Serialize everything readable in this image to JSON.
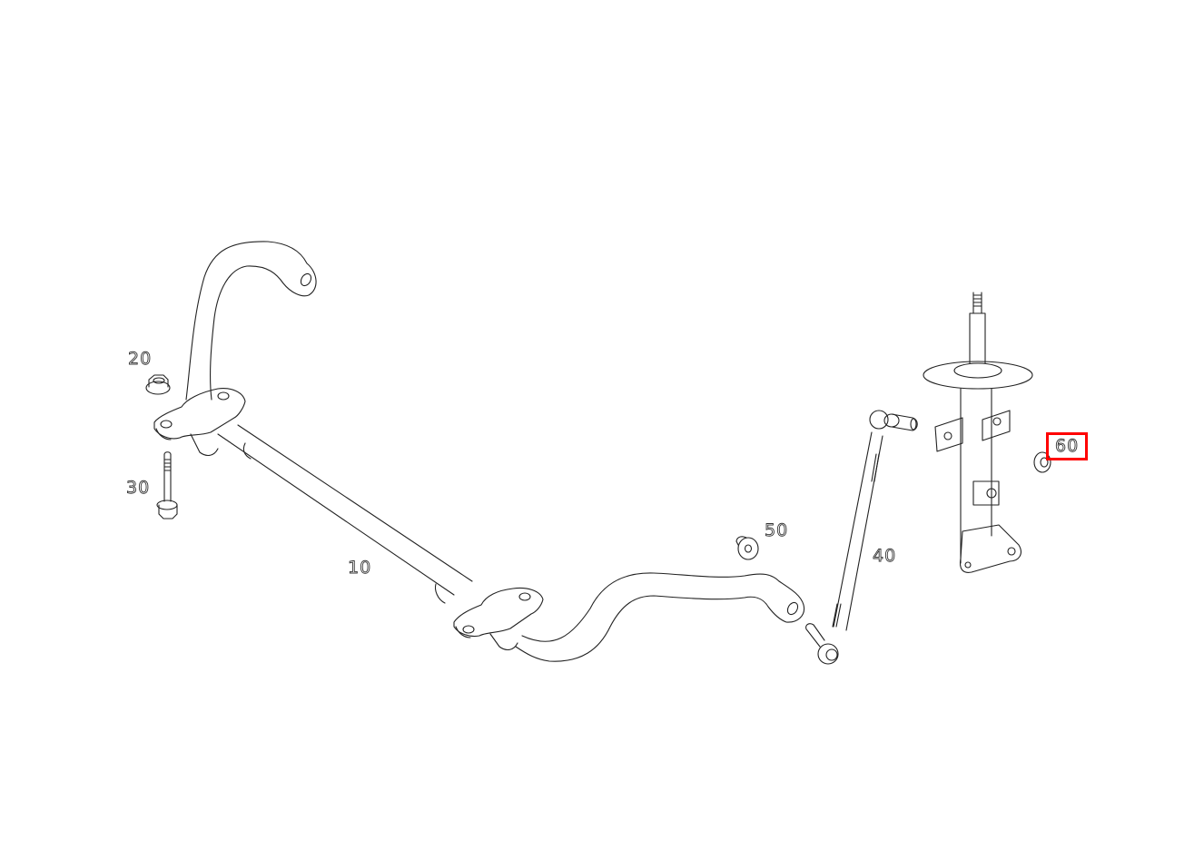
{
  "diagram": {
    "type": "exploded parts diagram",
    "subject": "Front stabilizer bar assembly with strut",
    "highlight_color": "#ff0000",
    "line_color": "#222222",
    "background": "#ffffff"
  },
  "callouts": [
    {
      "number": "10",
      "part": "stabilizer-bar",
      "highlighted": false
    },
    {
      "number": "20",
      "part": "flange-nut",
      "highlighted": false
    },
    {
      "number": "30",
      "part": "bolt",
      "highlighted": false
    },
    {
      "number": "40",
      "part": "stabilizer-link",
      "highlighted": false
    },
    {
      "number": "50",
      "part": "bushing-nut",
      "highlighted": false
    },
    {
      "number": "60",
      "part": "strut-nut",
      "highlighted": true
    }
  ],
  "labels": {
    "c10": "10",
    "c20": "20",
    "c30": "30",
    "c40": "40",
    "c50": "50",
    "c60": "60"
  }
}
